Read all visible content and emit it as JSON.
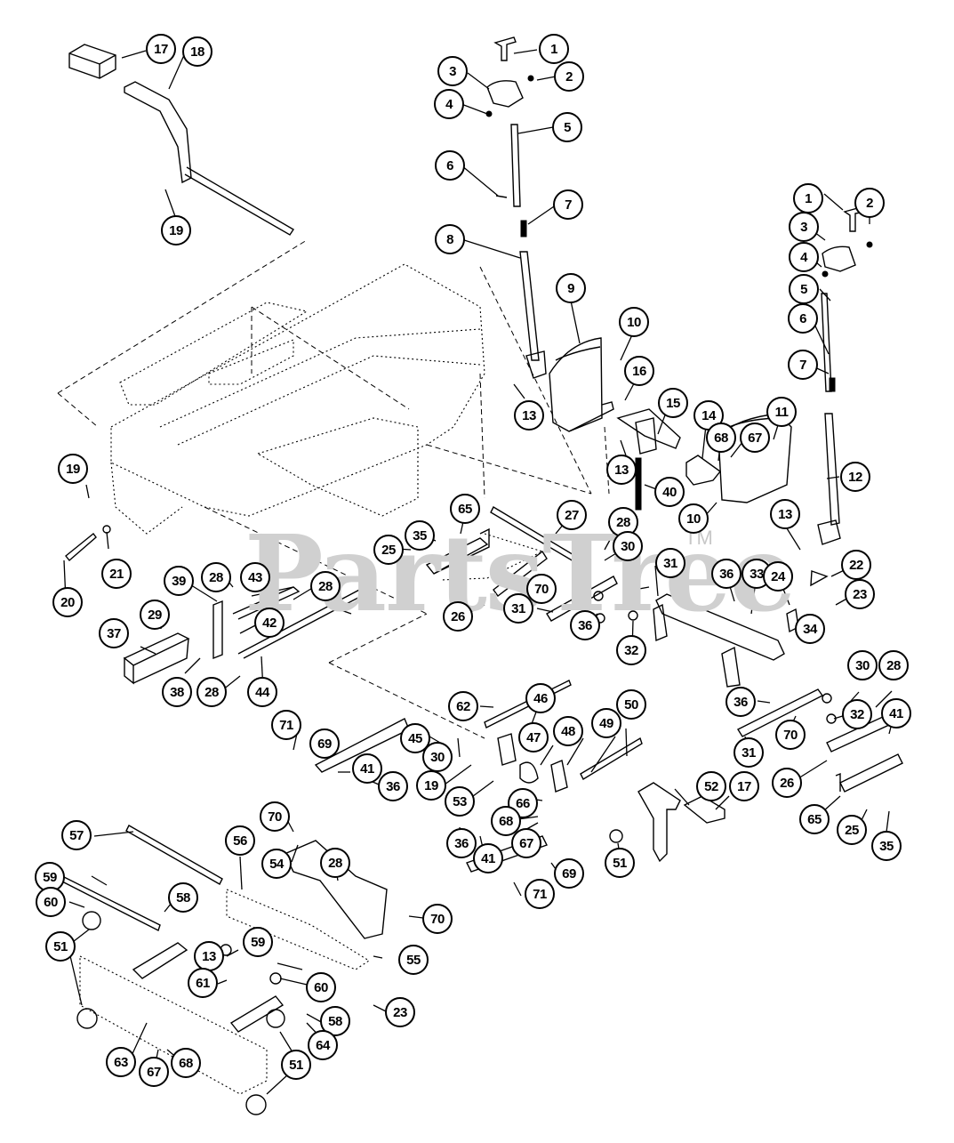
{
  "diagram": {
    "type": "exploded-parts-diagram",
    "watermark": "PartsTree",
    "watermark_tm": "TM",
    "callouts": [
      {
        "id": "c17a",
        "label": "17"
      },
      {
        "id": "c18",
        "label": "18"
      },
      {
        "id": "c19a",
        "label": "19"
      },
      {
        "id": "c1a",
        "label": "1"
      },
      {
        "id": "c2a",
        "label": "2"
      },
      {
        "id": "c3a",
        "label": "3"
      },
      {
        "id": "c4a",
        "label": "4"
      },
      {
        "id": "c5a",
        "label": "5"
      },
      {
        "id": "c6a",
        "label": "6"
      },
      {
        "id": "c7a",
        "label": "7"
      },
      {
        "id": "c8",
        "label": "8"
      },
      {
        "id": "c9",
        "label": "9"
      },
      {
        "id": "c10a",
        "label": "10"
      },
      {
        "id": "c16",
        "label": "16"
      },
      {
        "id": "c13a",
        "label": "13"
      },
      {
        "id": "c15",
        "label": "15"
      },
      {
        "id": "c14",
        "label": "14"
      },
      {
        "id": "c68a",
        "label": "68"
      },
      {
        "id": "c67a",
        "label": "67"
      },
      {
        "id": "c11",
        "label": "11"
      },
      {
        "id": "c13b",
        "label": "13"
      },
      {
        "id": "c40",
        "label": "40"
      },
      {
        "id": "c10b",
        "label": "10"
      },
      {
        "id": "c12",
        "label": "12"
      },
      {
        "id": "c13c",
        "label": "13"
      },
      {
        "id": "c1b",
        "label": "1"
      },
      {
        "id": "c2b",
        "label": "2"
      },
      {
        "id": "c3b",
        "label": "3"
      },
      {
        "id": "c4b",
        "label": "4"
      },
      {
        "id": "c5b",
        "label": "5"
      },
      {
        "id": "c6b",
        "label": "6"
      },
      {
        "id": "c7b",
        "label": "7"
      },
      {
        "id": "c19b",
        "label": "19"
      },
      {
        "id": "c21",
        "label": "21"
      },
      {
        "id": "c20",
        "label": "20"
      },
      {
        "id": "c39",
        "label": "39"
      },
      {
        "id": "c28a",
        "label": "28"
      },
      {
        "id": "c43",
        "label": "43"
      },
      {
        "id": "c28b",
        "label": "28"
      },
      {
        "id": "c42",
        "label": "42"
      },
      {
        "id": "c29",
        "label": "29"
      },
      {
        "id": "c37",
        "label": "37"
      },
      {
        "id": "c38",
        "label": "38"
      },
      {
        "id": "c28c",
        "label": "28"
      },
      {
        "id": "c44",
        "label": "44"
      },
      {
        "id": "c65a",
        "label": "65"
      },
      {
        "id": "c35a",
        "label": "35"
      },
      {
        "id": "c25a",
        "label": "25"
      },
      {
        "id": "c26a",
        "label": "26"
      },
      {
        "id": "c27",
        "label": "27"
      },
      {
        "id": "c28d",
        "label": "28"
      },
      {
        "id": "c30a",
        "label": "30"
      },
      {
        "id": "c70a",
        "label": "70"
      },
      {
        "id": "c31a",
        "label": "31"
      },
      {
        "id": "c36a",
        "label": "36"
      },
      {
        "id": "c31b",
        "label": "31"
      },
      {
        "id": "c32a",
        "label": "32"
      },
      {
        "id": "c36b",
        "label": "36"
      },
      {
        "id": "c33",
        "label": "33"
      },
      {
        "id": "c24",
        "label": "24"
      },
      {
        "id": "c22",
        "label": "22"
      },
      {
        "id": "c23a",
        "label": "23"
      },
      {
        "id": "c34",
        "label": "34"
      },
      {
        "id": "c36c",
        "label": "36"
      },
      {
        "id": "c30b",
        "label": "30"
      },
      {
        "id": "c28e",
        "label": "28"
      },
      {
        "id": "c32b",
        "label": "32"
      },
      {
        "id": "c41a",
        "label": "41"
      },
      {
        "id": "c70b",
        "label": "70"
      },
      {
        "id": "c31c",
        "label": "31"
      },
      {
        "id": "c26b",
        "label": "26"
      },
      {
        "id": "c65b",
        "label": "65"
      },
      {
        "id": "c25b",
        "label": "25"
      },
      {
        "id": "c35b",
        "label": "35"
      },
      {
        "id": "c62",
        "label": "62"
      },
      {
        "id": "c46",
        "label": "46"
      },
      {
        "id": "c45",
        "label": "45"
      },
      {
        "id": "c30c",
        "label": "30"
      },
      {
        "id": "c47",
        "label": "47"
      },
      {
        "id": "c48",
        "label": "48"
      },
      {
        "id": "c49",
        "label": "49"
      },
      {
        "id": "c50",
        "label": "50"
      },
      {
        "id": "c71a",
        "label": "71"
      },
      {
        "id": "c69a",
        "label": "69"
      },
      {
        "id": "c41b",
        "label": "41"
      },
      {
        "id": "c36d",
        "label": "36"
      },
      {
        "id": "c19c",
        "label": "19"
      },
      {
        "id": "c53",
        "label": "53"
      },
      {
        "id": "c66",
        "label": "66"
      },
      {
        "id": "c68b",
        "label": "68"
      },
      {
        "id": "c67b",
        "label": "67"
      },
      {
        "id": "c52",
        "label": "52"
      },
      {
        "id": "c17b",
        "label": "17"
      },
      {
        "id": "c51a",
        "label": "51"
      },
      {
        "id": "c36e",
        "label": "36"
      },
      {
        "id": "c41c",
        "label": "41"
      },
      {
        "id": "c69b",
        "label": "69"
      },
      {
        "id": "c71b",
        "label": "71"
      },
      {
        "id": "c70c",
        "label": "70"
      },
      {
        "id": "c54",
        "label": "54"
      },
      {
        "id": "c28f",
        "label": "28"
      },
      {
        "id": "c56",
        "label": "56"
      },
      {
        "id": "c70d",
        "label": "70"
      },
      {
        "id": "c55",
        "label": "55"
      },
      {
        "id": "c57",
        "label": "57"
      },
      {
        "id": "c59a",
        "label": "59"
      },
      {
        "id": "c60a",
        "label": "60"
      },
      {
        "id": "c58a",
        "label": "58"
      },
      {
        "id": "c51b",
        "label": "51"
      },
      {
        "id": "c13d",
        "label": "13"
      },
      {
        "id": "c61",
        "label": "61"
      },
      {
        "id": "c59b",
        "label": "59"
      },
      {
        "id": "c60b",
        "label": "60"
      },
      {
        "id": "c23b",
        "label": "23"
      },
      {
        "id": "c58b",
        "label": "58"
      },
      {
        "id": "c64",
        "label": "64"
      },
      {
        "id": "c51c",
        "label": "51"
      },
      {
        "id": "c63",
        "label": "63"
      },
      {
        "id": "c67c",
        "label": "67"
      },
      {
        "id": "c68c",
        "label": "68"
      }
    ]
  }
}
